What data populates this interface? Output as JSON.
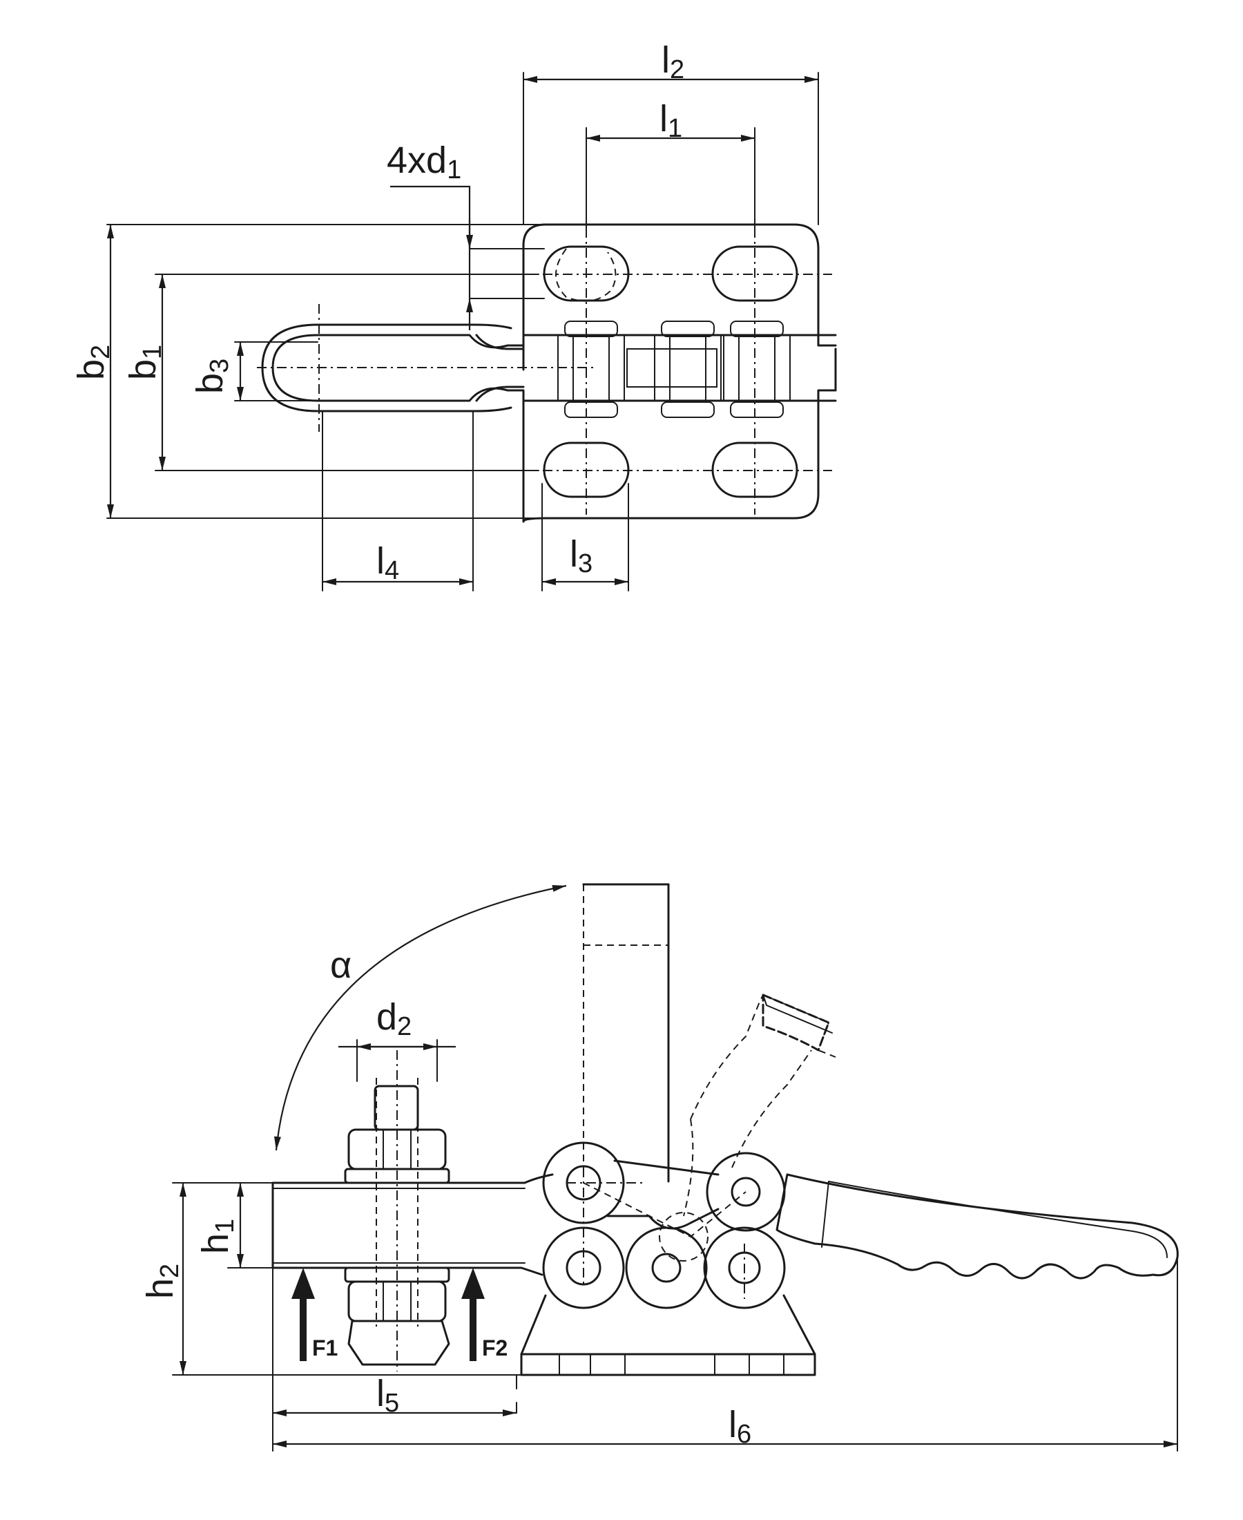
{
  "top_view": {
    "labels": {
      "l2": {
        "main": "l",
        "sub": "2"
      },
      "l1": {
        "main": "l",
        "sub": "1"
      },
      "hole": {
        "main": "4xd",
        "sub": "1"
      },
      "b2": {
        "main": "b",
        "sub": "2"
      },
      "b1": {
        "main": "b",
        "sub": "1"
      },
      "b3": {
        "main": "b",
        "sub": "3"
      },
      "l4": {
        "main": "l",
        "sub": "4"
      },
      "l3": {
        "main": "l",
        "sub": "3"
      }
    }
  },
  "side_view": {
    "labels": {
      "alpha": "α",
      "d2": {
        "main": "d",
        "sub": "2"
      },
      "h2": {
        "main": "h",
        "sub": "2"
      },
      "h1": {
        "main": "h",
        "sub": "1"
      },
      "f1": {
        "main": "F",
        "sub": "1"
      },
      "f2": {
        "main": "F",
        "sub": "2"
      },
      "l5": {
        "main": "l",
        "sub": "5"
      },
      "l6": {
        "main": "l",
        "sub": "6"
      }
    }
  }
}
